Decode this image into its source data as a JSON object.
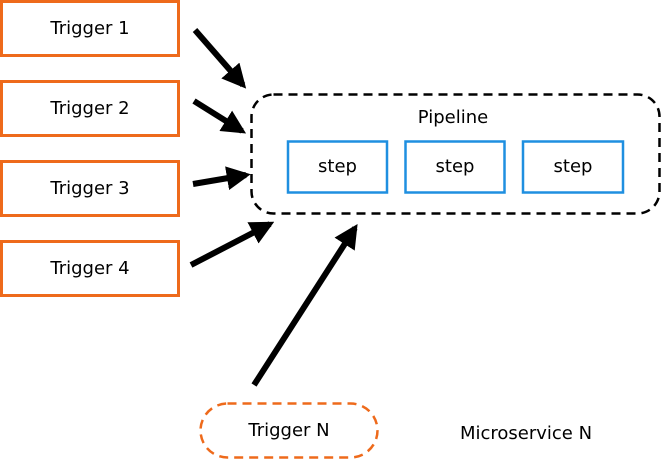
{
  "diagram": {
    "triggers": [
      {
        "label": "Trigger 1"
      },
      {
        "label": "Trigger 2"
      },
      {
        "label": "Trigger 3"
      },
      {
        "label": "Trigger 4"
      }
    ],
    "trigger_n": {
      "label": "Trigger N"
    },
    "pipeline": {
      "label": "Pipeline",
      "steps": [
        {
          "label": "step"
        },
        {
          "label": "step"
        },
        {
          "label": "step"
        }
      ]
    },
    "microservice_label": "Microservice N",
    "colors": {
      "trigger_border": "#ee6a1b",
      "step_border": "#1f8fe0",
      "arrow": "#000000"
    }
  }
}
